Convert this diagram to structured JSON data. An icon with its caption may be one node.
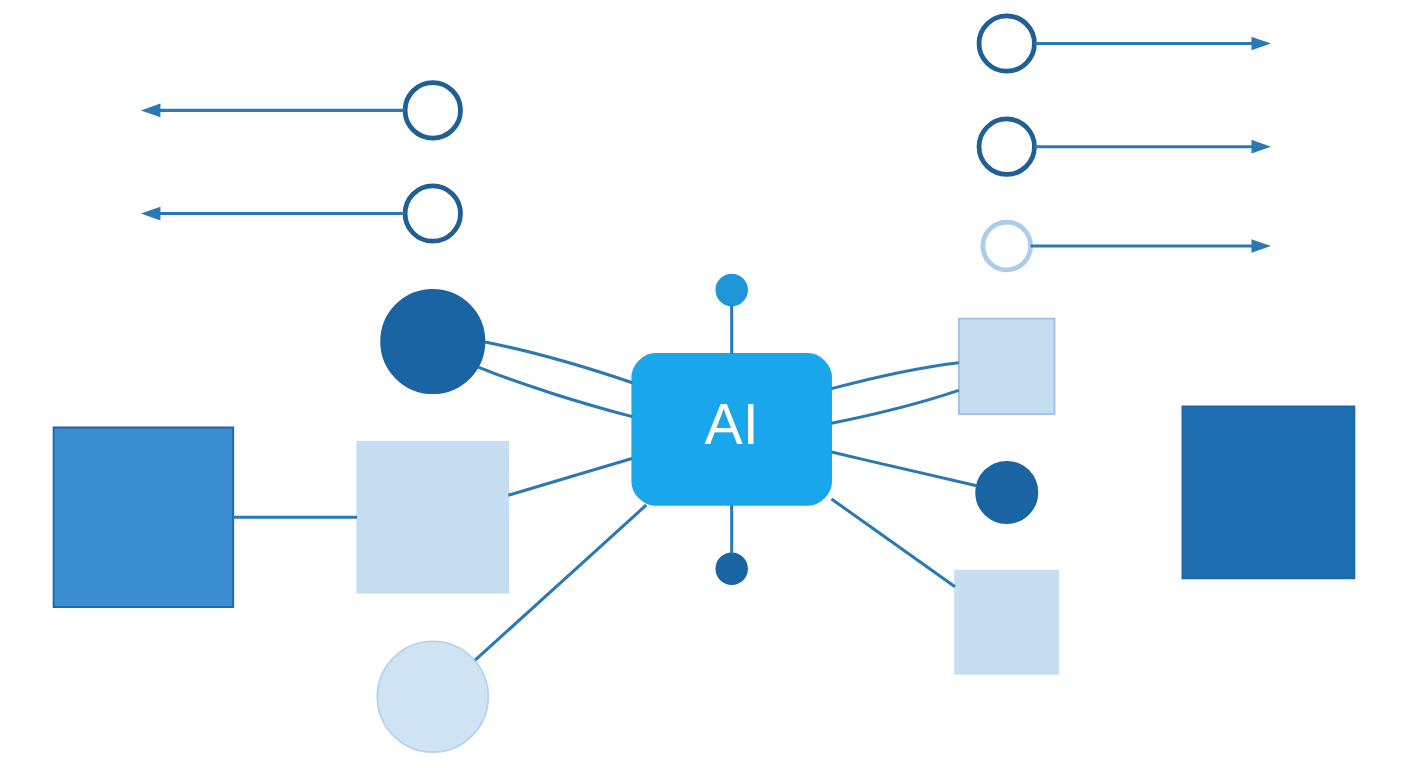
{
  "diagram": {
    "nodes": [
      {
        "text": [],
        "shape": "circle"
      },
      {
        "text": [],
        "shape": "circle"
      },
      {
        "text": [],
        "shape": "box"
      },
      {
        "text": [],
        "shape": "ring"
      },
      {
        "text": [],
        "shape": "ring"
      },
      {
        "text": [],
        "shape": "ring"
      },
      {
        "text": [],
        "shape": "box"
      },
      {
        "text": [],
        "shape": "box"
      },
      {
        "text": [
          "AI"
        ]
      },
      {
        "text": [],
        "shape": "circle"
      },
      {
        "text": [],
        "shape": "box"
      },
      {
        "text": [],
        "shape": "ring"
      },
      {
        "text": [],
        "shape": "circle"
      },
      {
        "text": [],
        "shape": "ring"
      },
      {
        "text": [],
        "shape": "box"
      },
      {
        "text": [],
        "shape": "circle"
      }
    ],
    "edges": [
      {
        "from": 0,
        "to": 8,
        "arrow": "none"
      },
      {
        "from": 8,
        "to": 15,
        "arrow": "none"
      },
      {
        "from": 1,
        "to": 8,
        "arrow": "none"
      },
      {
        "from": 1,
        "to": 8,
        "arrow": "none"
      },
      {
        "from": 8,
        "to": 2,
        "arrow": "none"
      },
      {
        "from": 8,
        "to": 2,
        "arrow": "none"
      },
      {
        "from": 12,
        "to": 8,
        "arrow": "none"
      },
      {
        "from": 8,
        "to": 14,
        "arrow": "none"
      },
      {
        "from": 6,
        "to": 7,
        "arrow": "none"
      },
      {
        "from": 7,
        "to": 8,
        "arrow": "none"
      },
      {
        "from": 8,
        "to": 9,
        "arrow": "none"
      },
      {
        "from": 4,
        "to": null,
        "arrow": "to"
      },
      {
        "from": 11,
        "to": null,
        "arrow": "to"
      },
      {
        "from": 3,
        "to": null,
        "arrow": "to"
      },
      {
        "from": 5,
        "to": null,
        "arrow": "to"
      },
      {
        "from": 13,
        "to": null,
        "arrow": "to"
      }
    ]
  }
}
